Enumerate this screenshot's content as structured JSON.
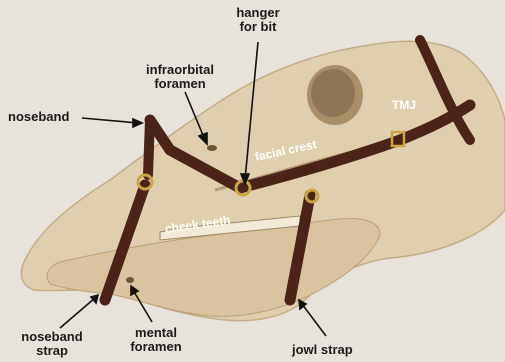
{
  "labels": {
    "hanger_line1": "hanger",
    "hanger_line2": "for bit",
    "infraorbital_line1": "infraorbital",
    "infraorbital_line2": "foramen",
    "noseband": "noseband",
    "tmj": "TMJ",
    "facial_crest": "facial crest",
    "cheek_teeth": "cheek teeth",
    "noseband_strap_line1": "noseband",
    "noseband_strap_line2": "strap",
    "mental_line1": "mental",
    "mental_line2": "foramen",
    "jowl_strap": "jowl strap"
  },
  "colors": {
    "background": "#e7e2da",
    "bone": "#e0cfae",
    "leather": "#4a2418",
    "buckle": "#c9a640",
    "leader_line": "#111111"
  }
}
